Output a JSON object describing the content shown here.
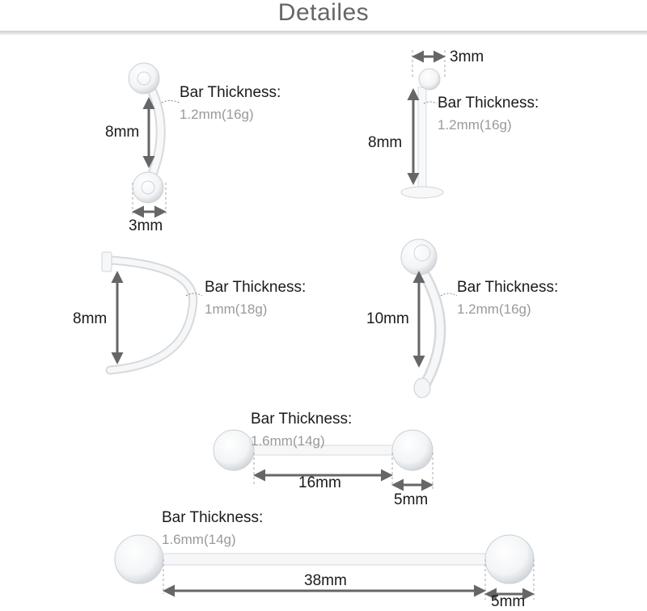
{
  "title": "Detailes",
  "items": [
    {
      "name": "curved-barbell-small",
      "bar_thickness_label": "Bar Thickness:",
      "gauge": "1.2mm(16g)",
      "length": "8mm",
      "ball": "3mm"
    },
    {
      "name": "labret",
      "bar_thickness_label": "Bar Thickness:",
      "gauge": "1.2mm(16g)",
      "length": "8mm",
      "ball": "3mm"
    },
    {
      "name": "nose-hoop",
      "bar_thickness_label": "Bar Thickness:",
      "gauge": "1mm(18g)",
      "length": "8mm"
    },
    {
      "name": "belly-curve",
      "bar_thickness_label": "Bar Thickness:",
      "gauge": "1.2mm(16g)",
      "length": "10mm"
    },
    {
      "name": "straight-barbell-short",
      "bar_thickness_label": "Bar Thickness:",
      "gauge": "1.6mm(14g)",
      "length": "16mm",
      "ball": "5mm"
    },
    {
      "name": "straight-barbell-long",
      "bar_thickness_label": "Bar Thickness:",
      "gauge": "1.6mm(14g)",
      "length": "38mm",
      "ball": "5mm"
    }
  ]
}
